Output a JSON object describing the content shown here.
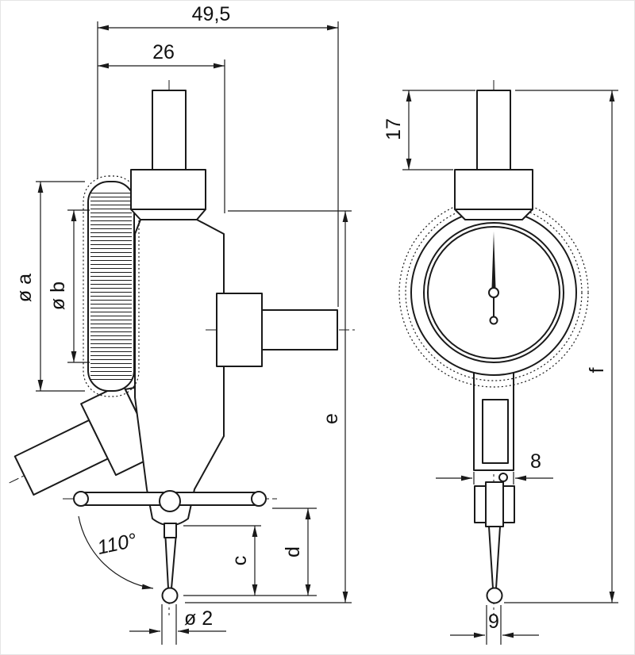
{
  "drawing": {
    "colors": {
      "line": "#1a1a1a",
      "background": "#ffffff"
    },
    "dims": {
      "overall_depth": "49,5",
      "body_depth": "26",
      "dial_diameter": "ø a",
      "bezel_diameter": "ø b",
      "stem_length": "17",
      "height_side": "e",
      "height_front": "f",
      "lower_body_width": "8",
      "tip_length_c": "c",
      "tip_length_d": "d",
      "swivel_angle": "110°",
      "ball_diameter": "ø 2",
      "tip_width": "9"
    }
  }
}
